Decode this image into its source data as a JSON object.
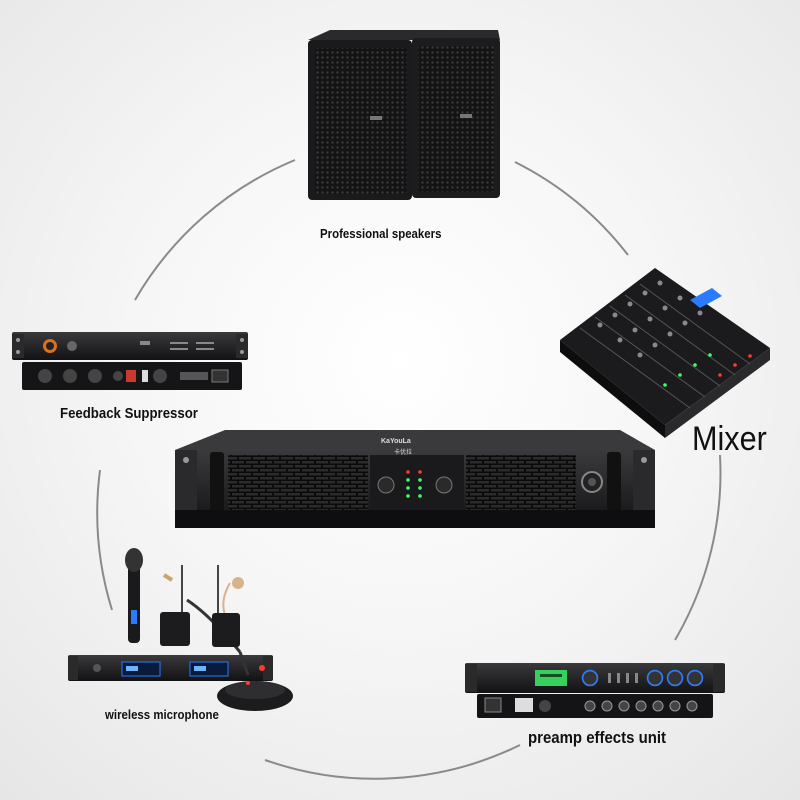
{
  "labels": {
    "speakers": "Professional speakers",
    "feedback": "Feedback Suppressor",
    "mixer": "Mixer",
    "wireless": "wireless microphone",
    "preamp": "preamp effects unit"
  },
  "amplifier": {
    "brand": "KaYouLa",
    "brand_cn": "卡优拉"
  },
  "colors": {
    "device_body": "#1c1c1e",
    "ring": "#8a8a8a",
    "led_green": "#3cff6e",
    "led_red": "#ff3b2f",
    "screen_blue": "#2a7bff"
  }
}
